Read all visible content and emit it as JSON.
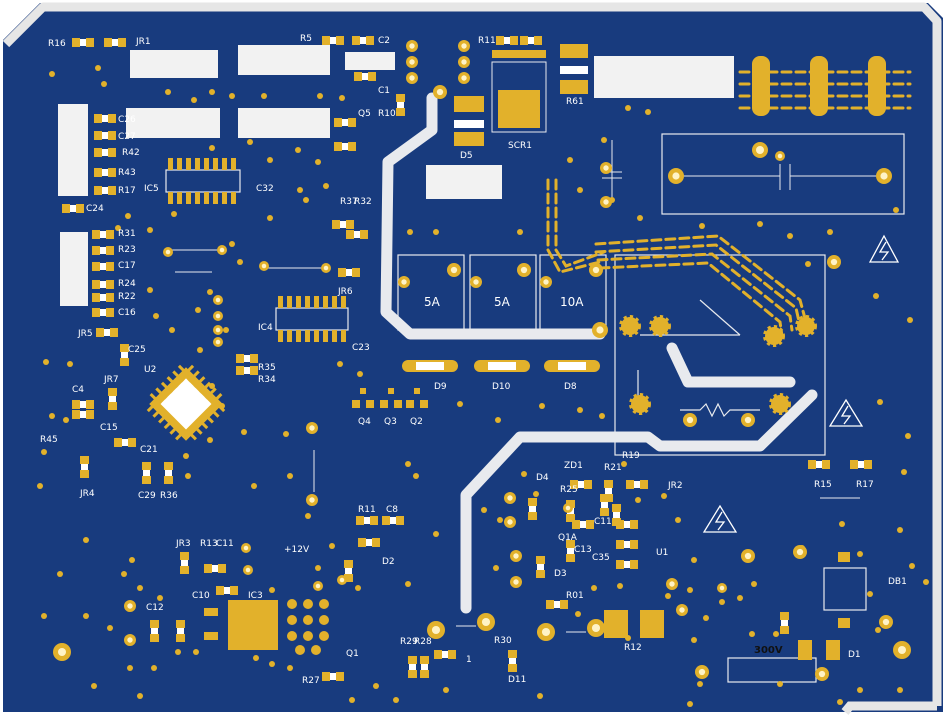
{
  "board": {
    "colors": {
      "substrate": "#183b7e",
      "copper_pad": "#e2b12b",
      "silkscreen": "#ffffff",
      "trace": "#e8eaee",
      "edge": "#e6e6e6",
      "hole": "#fff3c6"
    }
  },
  "components": {
    "R16": "R16",
    "JR1": "JR1",
    "R5": "R5",
    "C2": "C2",
    "R11_top": "R11",
    "C1": "C1",
    "Q5": "Q5",
    "R10": "R10",
    "R61": "R61",
    "C26": "C26",
    "C27": "C27",
    "R42": "R42",
    "R43": "R43",
    "R17_left": "R17",
    "C24": "C24",
    "IC5": "IC5",
    "C32": "C32",
    "D5": "D5",
    "SCR1": "SCR1",
    "R37": "R37",
    "R32": "R32",
    "R31": "R31",
    "R23": "R23",
    "C17": "C17",
    "R24": "R24",
    "R22": "R22",
    "C16": "C16",
    "JR5": "JR5",
    "IC4": "IC4",
    "C23": "C23",
    "JR6": "JR6",
    "C25": "C25",
    "JR7": "JR7",
    "U2": "U2",
    "R35": "R35",
    "R34": "R34",
    "C4": "C4",
    "C15": "C15",
    "R45": "R45",
    "C21": "C21",
    "JR4": "JR4",
    "C29": "C29",
    "R36": "R36",
    "Q4": "Q4",
    "Q3": "Q3",
    "Q2": "Q2",
    "D9": "D9",
    "D10": "D10",
    "D8": "D8",
    "R15": "R15",
    "R17_right": "R17",
    "ZD1": "ZD1",
    "D4": "D4",
    "R25": "R25",
    "R21": "R21",
    "R19": "R19",
    "JR2": "JR2",
    "C11_mid": "C11",
    "Q1A": "Q1A",
    "C13": "C13",
    "C35": "C35",
    "U1": "U1",
    "R11_mid": "R11",
    "C8": "C8",
    "D2": "D2",
    "JR3": "JR3",
    "R13": "R13",
    "C11_low": "C11",
    "C10": "C10",
    "IC3": "IC3",
    "D3": "D3",
    "R01": "R01",
    "C12": "C12",
    "R12": "R12",
    "DB1": "DB1",
    "D1": "D1",
    "R27": "R27",
    "Q1": "Q1",
    "R29": "R29",
    "R28": "R28",
    "R30": "R30",
    "D11": "D11",
    "one_mark": "1"
  },
  "ratings": {
    "relay_5a_1": "5A",
    "relay_5a_2": "5A",
    "relay_10a": "10A",
    "supply_voltage": "+12V",
    "hv_rating": "300V"
  },
  "icons": [
    "high-voltage-warning-icon",
    "mounting-hole-icon"
  ]
}
